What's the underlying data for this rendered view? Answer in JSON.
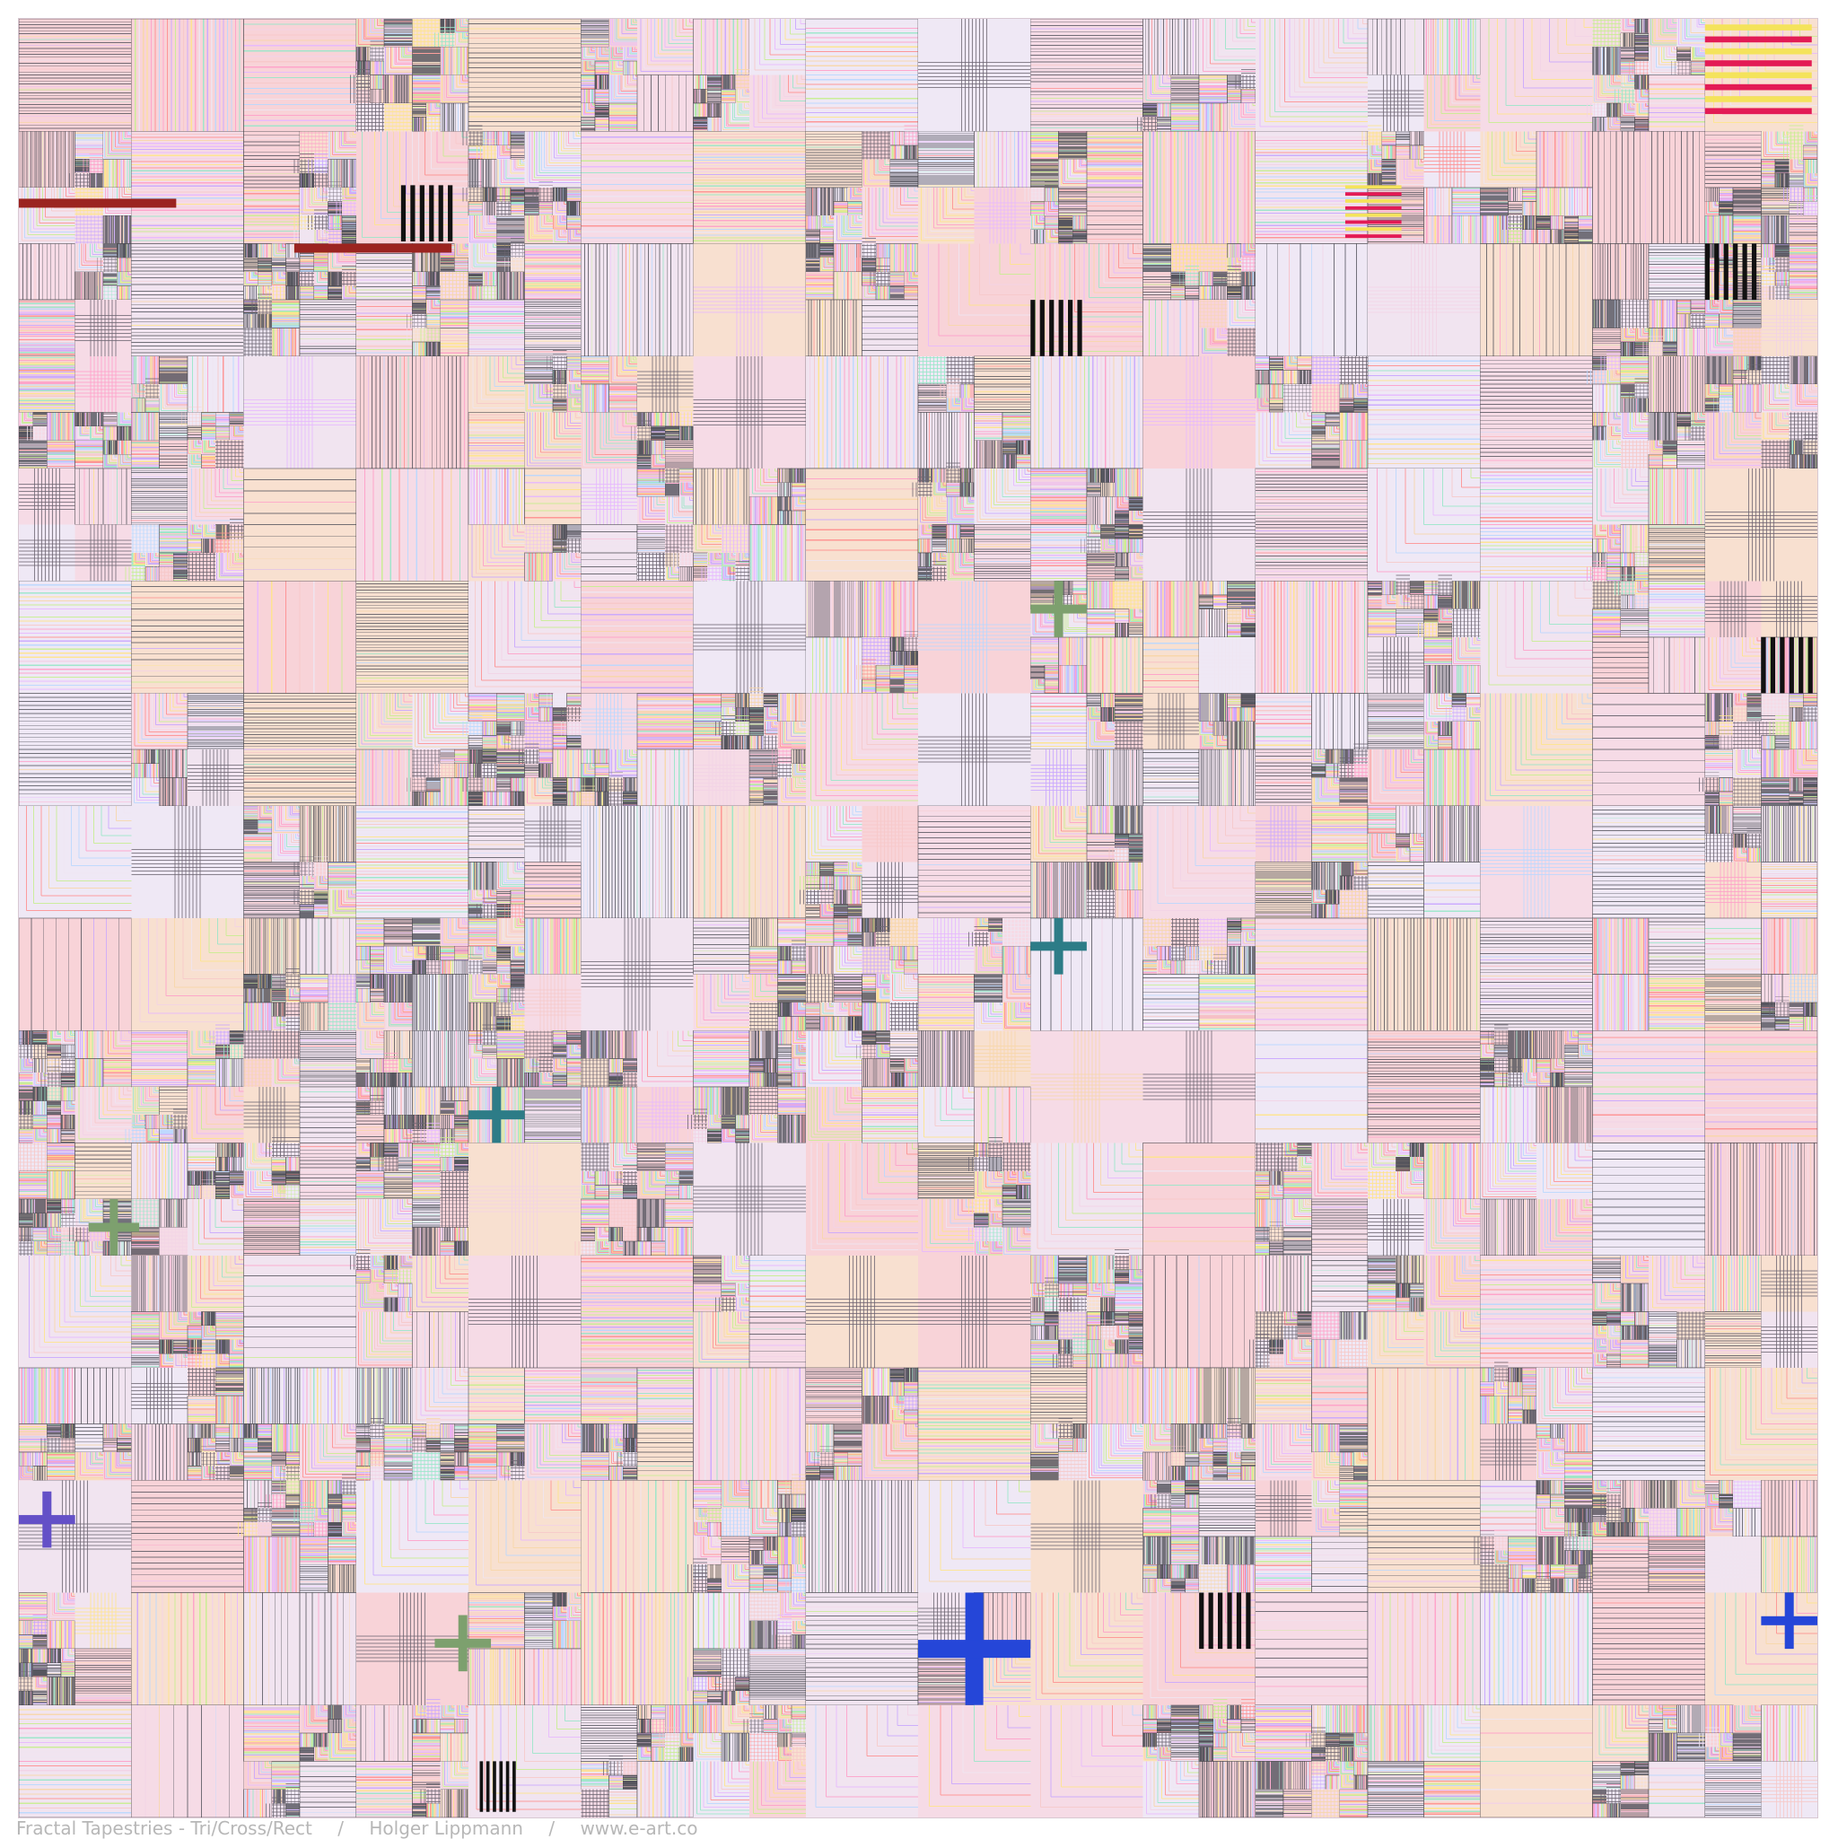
{
  "artwork": {
    "grid": 16,
    "palette": [
      "#f7c9c9",
      "#f3d3e6",
      "#efe6f2",
      "#f8d7a8",
      "#ffe58a",
      "#c7ef8f",
      "#98e7c9",
      "#b9d8ff",
      "#c9a6ff",
      "#ff9fc9",
      "#ff8f8f",
      "#e7b8ff"
    ],
    "accents": [
      {
        "type": "red-band",
        "color": "#9b2420"
      },
      {
        "type": "black-stripes",
        "color": "#111111"
      },
      {
        "type": "yellow-red-bands",
        "color": "#f4e35b"
      },
      {
        "type": "teal-cross",
        "color": "#2d7c87"
      },
      {
        "type": "green-cross",
        "color": "#7da06e"
      },
      {
        "type": "blue-cross",
        "color": "#2546d8"
      },
      {
        "type": "purple-cross",
        "color": "#6450c7"
      }
    ]
  },
  "caption": {
    "title": "Fractal Tapestries - Tri/Cross/Rect",
    "separator": "/",
    "author": "Holger Lippmann",
    "website": "www.e-art.co"
  }
}
